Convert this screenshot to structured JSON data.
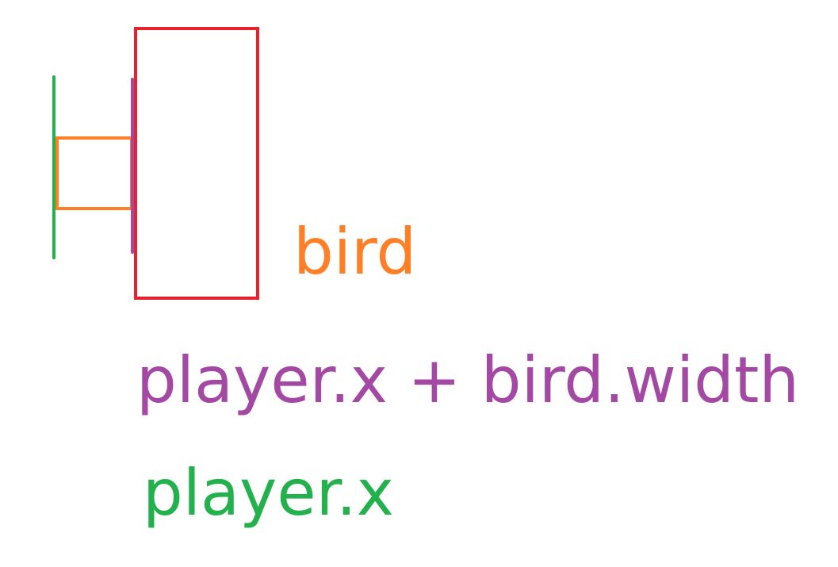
{
  "labels": {
    "bird": "bird",
    "bird_plus_width": "player.x + bird.width",
    "player_x": "player.x"
  },
  "colors": {
    "red": "#e8222c",
    "orange": "#ff7f27",
    "purple": "#a349a4",
    "green": "#22b14c",
    "background": "#ffffff"
  }
}
